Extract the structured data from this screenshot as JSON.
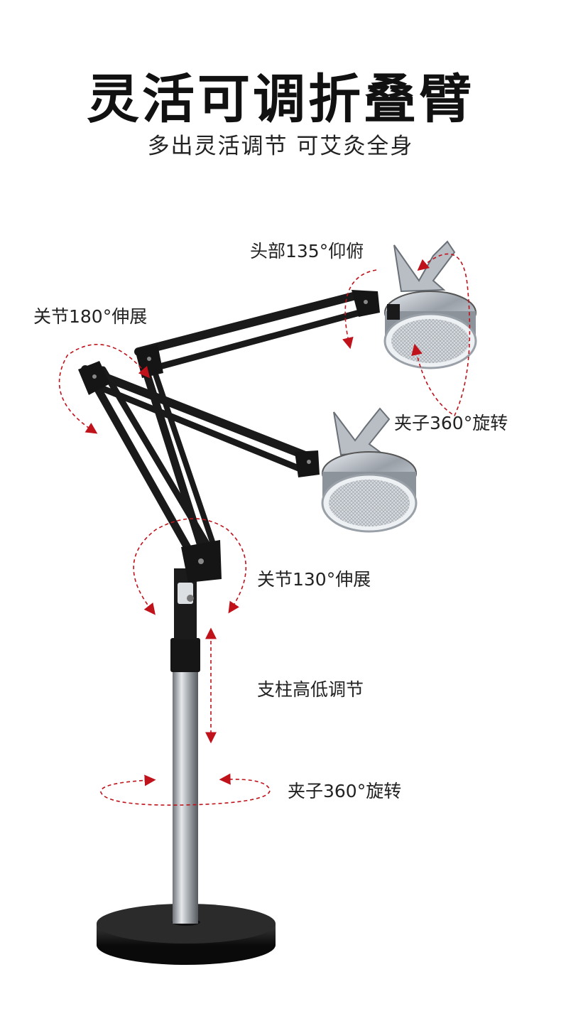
{
  "header": {
    "title": "灵活可调折叠臂",
    "subtitle": "多出灵活调节 可艾灸全身"
  },
  "labels": {
    "head_tilt": "头部135°仰俯",
    "joint_top": "关节180°伸展",
    "clip_rotate_upper": "夹子360°旋转",
    "joint_bottom": "关节130°伸展",
    "pole_height": "支柱高低调节",
    "clip_rotate_lower": "夹子360°旋转"
  },
  "colors": {
    "accent_arrow": "#c0121b",
    "arm": "#1a1a1a",
    "pole": "#b8bcc0",
    "base": "#141414"
  },
  "icons": [
    "curved-arrow-icon",
    "double-arrow-icon"
  ]
}
